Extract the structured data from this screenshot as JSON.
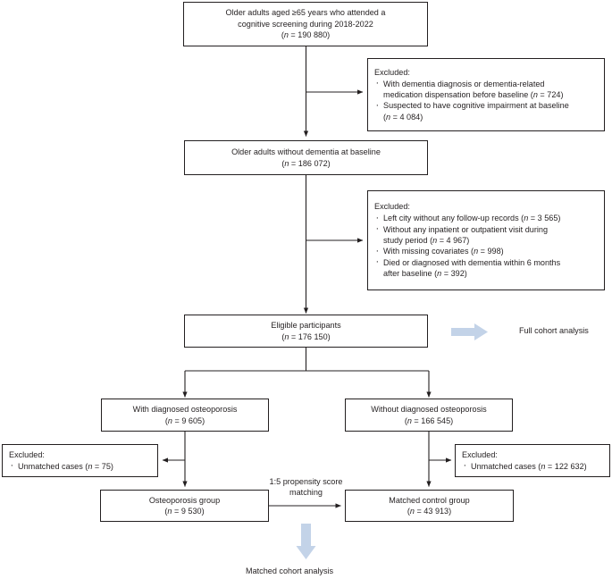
{
  "figure": {
    "type": "flowchart",
    "title": "Study participant selection flow diagram",
    "accent_color": "#c3d3e8",
    "line_color": "#231f20"
  },
  "nodes": {
    "screened": {
      "line1": "Older adults aged ≥65 years who attended a",
      "line2": "cognitive screening during 2018-2022",
      "n_label": "(n = 190 880)"
    },
    "excluded_1": {
      "title": "Excluded:",
      "bullets": [
        "With dementia diagnosis or dementia-related",
        "medication dispensation before baseline (n = 724)",
        "Suspected to have cognitive impairment at baseline",
        "(n = 4 084)"
      ]
    },
    "no_dementia": {
      "line1": "Older adults without dementia at baseline",
      "n_label": "(n = 186 072)"
    },
    "excluded_2": {
      "title": "Excluded:",
      "bullets": [
        "Left city without any follow-up records (n = 3 565)",
        "Without any inpatient or outpatient visit during",
        "study period (n = 4 967)",
        "With missing covariates (n = 998)",
        "Died or diagnosed with dementia within 6 months",
        "after baseline (n = 392)"
      ]
    },
    "eligible": {
      "line1": "Eligible participants",
      "n_label": "(n = 176 150)"
    },
    "with_osteo": {
      "line1": "With diagnosed osteoporosis",
      "n_label": "(n = 9 605)"
    },
    "without_osteo": {
      "line1": "Without diagnosed osteoporosis",
      "n_label": "(n = 166 545)"
    },
    "excluded_left": {
      "title": "Excluded:",
      "bullet": "Unmatched cases (n = 75)"
    },
    "excluded_right": {
      "title": "Excluded:",
      "bullet": "Unmatched cases (n = 122 632)"
    },
    "osteo_group": {
      "line1": "Osteoporosis group",
      "n_label": "(n = 9 530)"
    },
    "control_group": {
      "line1": "Matched control group",
      "n_label": "(n = 43 913)"
    }
  },
  "labels": {
    "full_cohort": "Full cohort analysis",
    "matched_cohort": "Matched cohort analysis",
    "matching_line1": "1:5 propensity score",
    "matching_line2": "matching"
  }
}
